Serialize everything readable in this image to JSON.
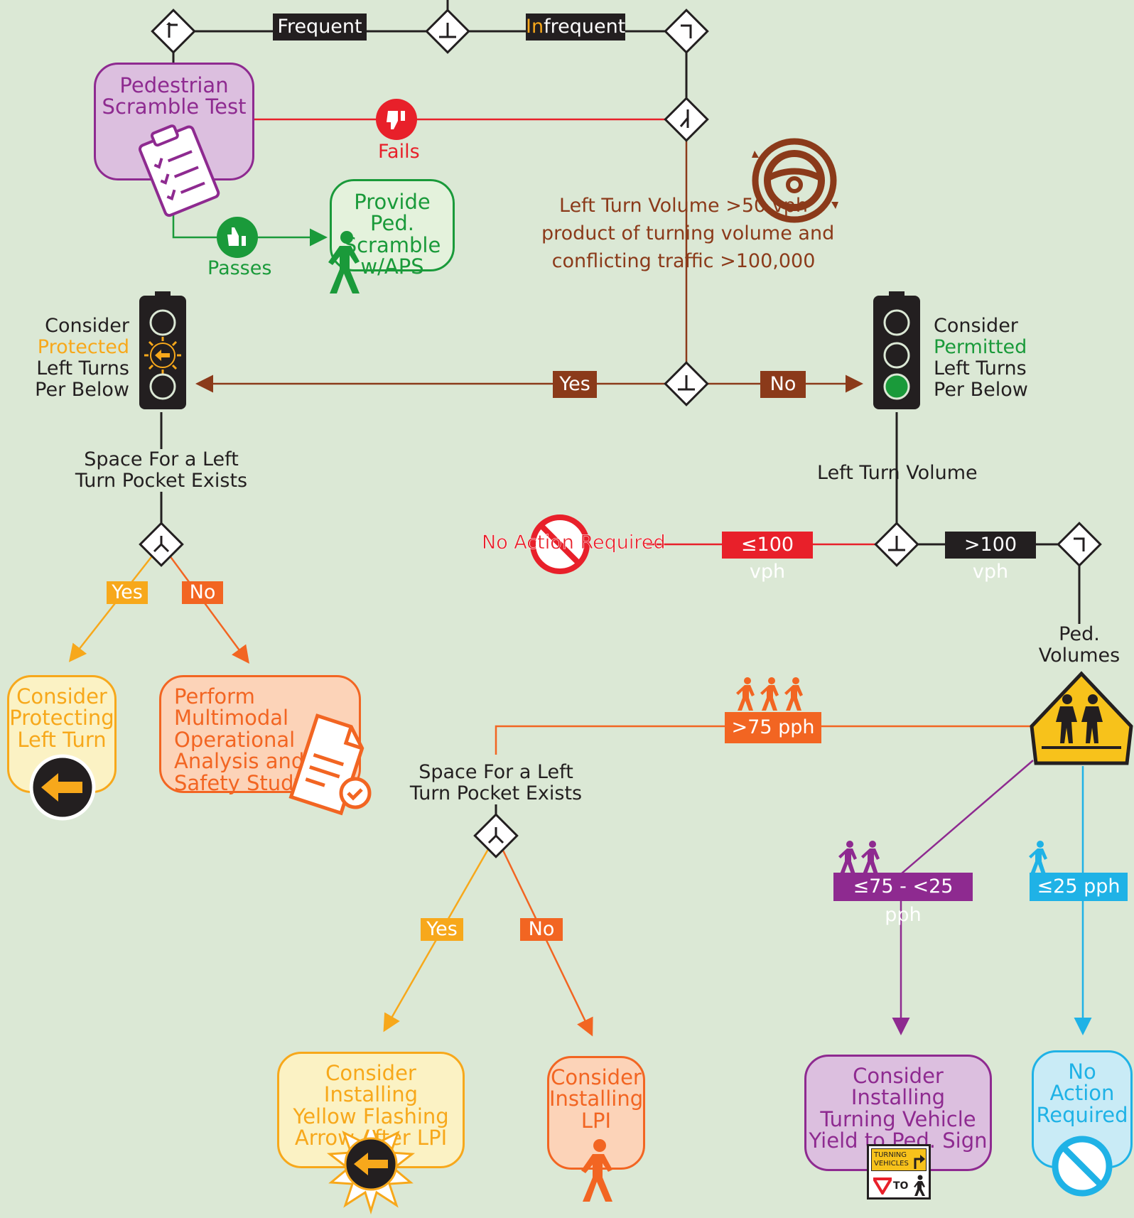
{
  "tags": {
    "frequent": "Frequent",
    "infrequent_prefix": "In",
    "infrequent_suffix": "frequent",
    "fails": "Fails",
    "passes": "Passes",
    "yes_main": "Yes",
    "no_main": "No",
    "yes_left": "Yes",
    "no_left": "No",
    "le100": "≤100 vph",
    "gt100": ">100 vph",
    "gt75": ">75 pph",
    "yes_mid": "Yes",
    "no_mid": "No",
    "le75_25": "≤75 - <25 pph",
    "le25": "≤25 pph"
  },
  "boxes": {
    "ped_scramble_test": [
      "Pedestrian",
      "Scramble Test"
    ],
    "provide_scramble": [
      "Provide Ped.",
      "Scramble",
      "w/APS"
    ],
    "consider_protecting": [
      "Consider",
      "Protecting",
      "Left Turn"
    ],
    "multimodal": [
      "Perform Multimodal",
      "Operational",
      "Analysis and",
      "Safety Study"
    ],
    "yellow_flashing": [
      "Consider Installing",
      "Yellow Flashing",
      "Arrow After LPI"
    ],
    "install_lpi": [
      "Consider",
      "Installing",
      "LPI"
    ],
    "yield_sign": [
      "Consider Installing",
      "Turning Vehicle",
      "Yield to Ped. Sign"
    ],
    "no_action_right": [
      "No",
      "Action",
      "Required"
    ]
  },
  "labels": {
    "left_turn_volume_criteria": [
      "Left Turn Volume >50 vph",
      "product of turning volume and",
      "conflicting traffic >100,000"
    ],
    "protected": {
      "line1": "Consider",
      "highlight": "Protected",
      "line3": "Left Turns",
      "line4": "Per Below"
    },
    "permitted": {
      "line1": "Consider",
      "highlight": "Permitted",
      "line3": "Left Turns",
      "line4": "Per Below"
    },
    "space_left_pocket_1": [
      "Space For a Left",
      "Turn Pocket Exists"
    ],
    "space_left_pocket_2": [
      "Space For a Left",
      "Turn Pocket Exists"
    ],
    "left_turn_volume": "Left Turn Volume",
    "no_action_required": "No Action Required",
    "ped_volumes": [
      "Ped.",
      "Volumes"
    ]
  },
  "sign_text": {
    "turning": "TURNING",
    "vehicles": "VEHICLES",
    "to": "TO"
  },
  "colors": {
    "background": "#dbe8d5",
    "black": "#231f20",
    "red": "#e8202a",
    "green": "#1a9a3a",
    "brown": "#8b3a1a",
    "purple": "#8e2a90",
    "orange": "#f26522",
    "yellow": "#f7a81b",
    "blue": "#1fb2e6"
  }
}
